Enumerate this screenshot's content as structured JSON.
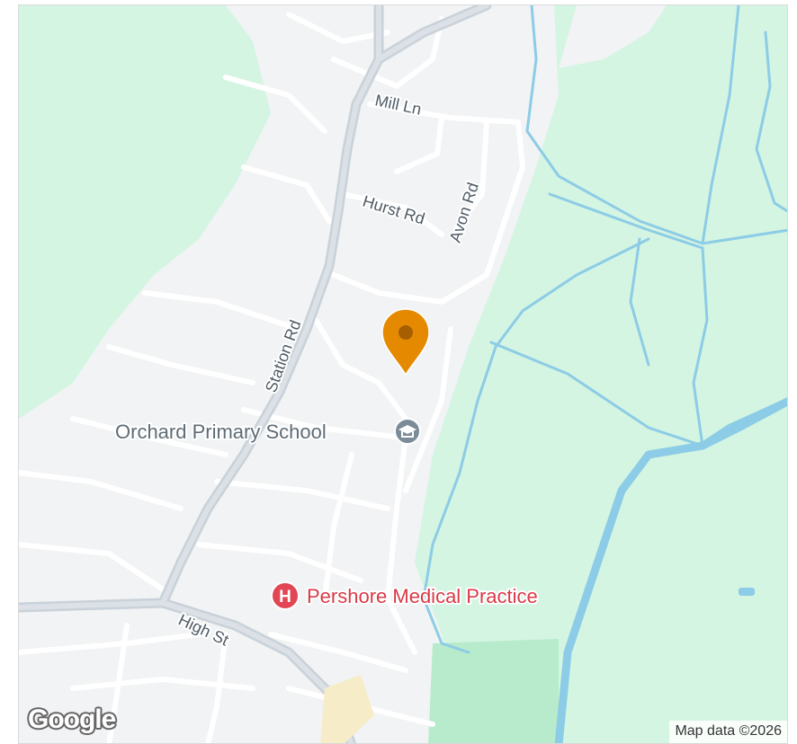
{
  "map": {
    "roads": {
      "mill_ln": "Mill Ln",
      "hurst_rd": "Hurst Rd",
      "avon_rd": "Avon Rd",
      "station_rd": "Station Rd",
      "high_st": "High St"
    },
    "pois": {
      "school": "Orchard Primary School",
      "medical": "Pershore Medical Practice",
      "medical_glyph": "H"
    },
    "colors": {
      "land": "#f1f3f4",
      "park": "#d4f5e2",
      "park_dark": "#b7ebcb",
      "water": "#8dcce6",
      "road": "#ffffff",
      "road_outline": "#dde1e5",
      "major_road": "#c9d1d9",
      "marker": "#e58a00",
      "school_icon": "#7b8c98",
      "medical_icon": "#e24553"
    },
    "logo": "Google",
    "attribution": "Map data ©2026"
  }
}
